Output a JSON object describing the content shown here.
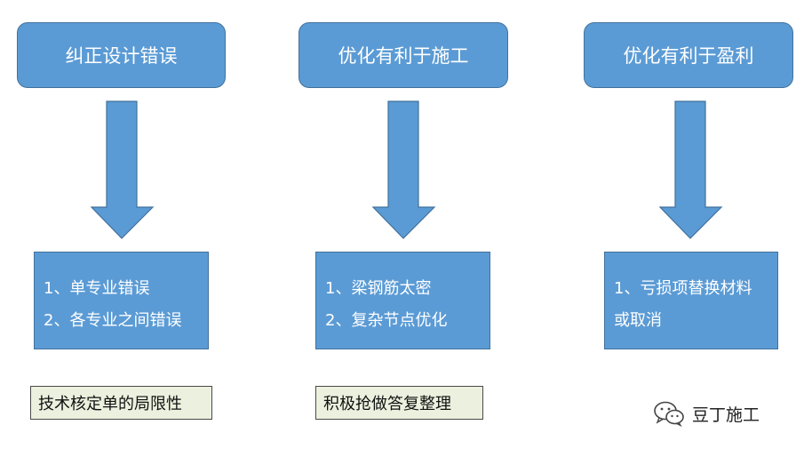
{
  "columns": [
    {
      "title": "纠正设计错误",
      "items": [
        "1、单专业错误",
        "2、各专业之间错误"
      ],
      "note": "技术核定单的局限性"
    },
    {
      "title": "优化有利于施工",
      "items": [
        "1、梁钢筋太密",
        "2、复杂节点优化"
      ],
      "note": "积极抢做答复整理"
    },
    {
      "title": "优化有利于盈利",
      "items": [
        "1、亏损项替换材料",
        "或取消"
      ]
    }
  ],
  "logo": {
    "text": "豆丁施工",
    "icon": "wechat-icon"
  },
  "colors": {
    "box_fill": "#5b9bd5",
    "box_border": "#41719c",
    "note_fill": "#ebf1de"
  }
}
